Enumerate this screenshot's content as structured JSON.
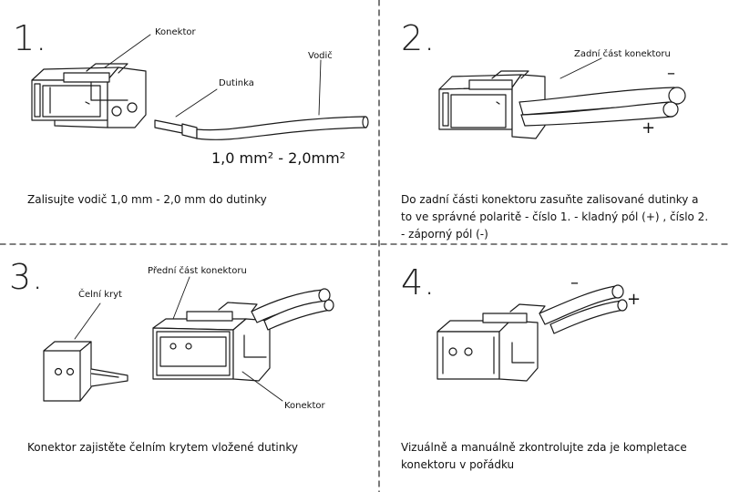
{
  "panels": [
    {
      "number": "1.",
      "labels": {
        "connector": "Konektor",
        "ferrule": "Dutinka",
        "wire": "Vodič"
      },
      "gauge": "1,0 mm² - 2,0mm²",
      "caption": "Zalisujte vodič 1,0 mm - 2,0 mm do dutinky"
    },
    {
      "number": "2.",
      "labels": {
        "rear": "Zadní část konektoru"
      },
      "minus": "–",
      "plus": "+",
      "caption": "Do zadní části konektoru zasuňte zalisované dutinky a to ve správné polaritě - číslo 1.  - kladný pól  (+) , číslo 2. - záporný pól  (-)"
    },
    {
      "number": "3.",
      "labels": {
        "cap": "Čelní kryt",
        "front": "Přední část konektoru",
        "connector": "Konektor"
      },
      "caption": "Konektor zajistěte čelním krytem vložené dutinky"
    },
    {
      "number": "4.",
      "minus": "–",
      "plus": "+",
      "caption": "Vizuálně a manuálně zkontrolujte zda je kompletace konektoru v pořádku"
    }
  ],
  "colors": {
    "line": "#1a1a1a",
    "divider": "#333333"
  }
}
